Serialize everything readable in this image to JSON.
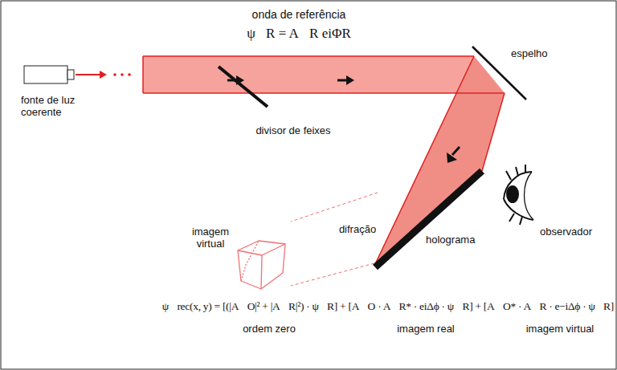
{
  "diagram": {
    "labels": [
      "onda de referência",
      "ψ⃗R = A⃗R eiΦR",
      "espelho",
      "fonte de luz coerente",
      "divisor de feixes",
      "imagem virtual",
      "difração",
      "holograma",
      "observador",
      "ψ⃗rec(x, y) = [(|A⃗O|² + |A⃗R|²) · ψ⃗R] + [A⃗O · A⃗R* · eiΔϕ · ψ⃗R] + [A⃗O* · A⃗R · e−iΔϕ · ψ⃗R]",
      "ordem zero",
      "imagem real",
      "imagem virtual"
    ]
  }
}
